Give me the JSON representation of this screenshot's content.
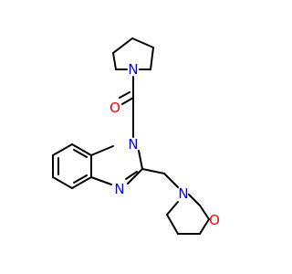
{
  "molecule": {
    "atoms": [
      {
        "id": "N_pyrrolidine",
        "label": "N",
        "color": "#0000ff"
      },
      {
        "id": "O_carbonyl",
        "label": "O",
        "color": "#ff0000"
      },
      {
        "id": "N1_benzimidazole",
        "label": "N",
        "color": "#0000ff"
      },
      {
        "id": "N3_benzimidazole",
        "label": "N",
        "color": "#0000ff"
      },
      {
        "id": "N_morpholine",
        "label": "N",
        "color": "#0000ff"
      },
      {
        "id": "O_morpholine",
        "label": "O",
        "color": "#ff0000"
      }
    ],
    "bond_color": "#000000"
  }
}
